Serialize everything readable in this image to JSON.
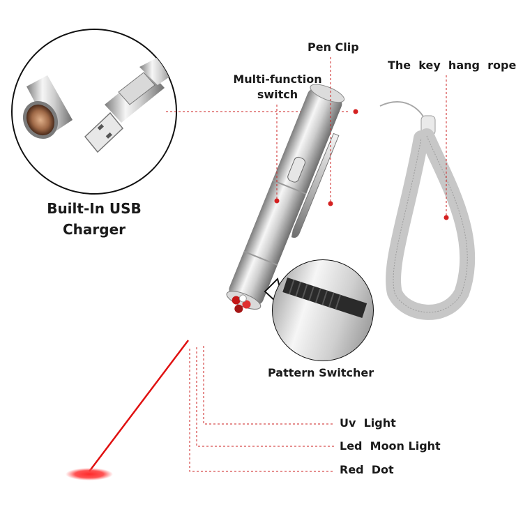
{
  "labels": {
    "pen_clip": "Pen Clip",
    "multi_function_switch_line1": "Multi-function",
    "multi_function_switch_line2": "switch",
    "key_hang_rope": "The  key  hang  rope",
    "usb_charger_line1": "Built-In USB",
    "usb_charger_line2": "Charger",
    "pattern_switcher": "Pattern Switcher",
    "uv_light": "Uv  Light",
    "led_moon_light": "Led  Moon Light",
    "red_dot": "Red  Dot"
  },
  "colors": {
    "leader_line": "#cc2222",
    "laser": "#e01010",
    "metal_light": "#f2f2f2",
    "metal_dark": "#8a8a8a",
    "strap": "#c9c9c9",
    "text": "#1a1a1a"
  }
}
